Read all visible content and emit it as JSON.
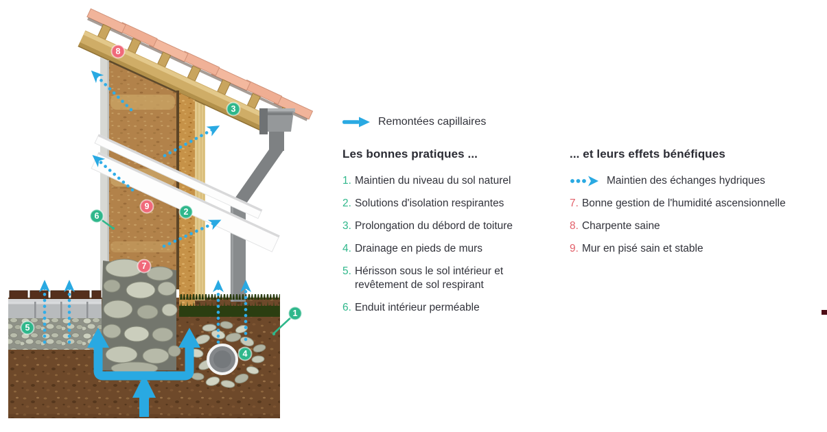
{
  "legend": {
    "capillary_icon": "solid-arrow-right-icon",
    "capillary_label": "Remontées capillaires"
  },
  "good_practices": {
    "heading": "Les bonnes pratiques ...",
    "items": [
      {
        "num": "1.",
        "text": "Maintien du niveau du sol naturel"
      },
      {
        "num": "2.",
        "text": "Solutions d'isolation respirantes"
      },
      {
        "num": "3.",
        "text": "Prolongation du débord de toiture"
      },
      {
        "num": "4.",
        "text": "Drainage en pieds de murs"
      },
      {
        "num": "5.",
        "text": "Hérisson sous le sol intérieur et revêtement de sol respirant"
      },
      {
        "num": "6.",
        "text": "Enduit intérieur perméable"
      }
    ]
  },
  "benefits": {
    "heading": "... et leurs effets bénéfiques",
    "exchange": {
      "icon": "dotted-arrow-right-icon",
      "label": "Maintien des échanges hydriques"
    },
    "items": [
      {
        "num": "7.",
        "text": "Bonne gestion de l'humidité ascensionnelle"
      },
      {
        "num": "8.",
        "text": "Charpente saine"
      },
      {
        "num": "9.",
        "text": "Mur en pisé sain et stable"
      }
    ]
  },
  "diagram": {
    "badges": [
      {
        "label": "1"
      },
      {
        "label": "2"
      },
      {
        "label": "3"
      },
      {
        "label": "4"
      },
      {
        "label": "5"
      },
      {
        "label": "6"
      },
      {
        "label": "7"
      },
      {
        "label": "8"
      },
      {
        "label": "9"
      }
    ],
    "colors": {
      "arrow_blue": "#29a9e2",
      "badge_green": "#2fb78b",
      "badge_pink": "#f0697a"
    }
  }
}
